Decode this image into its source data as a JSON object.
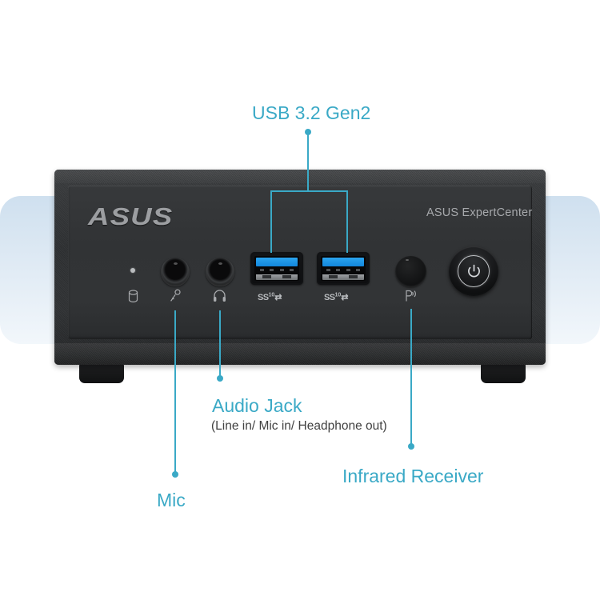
{
  "product": {
    "brand_logo": "ASUS",
    "series_text": "ASUS ExpertCenter"
  },
  "ports": {
    "usb_port_1_marking": "SS",
    "usb_port_1_speed": "10",
    "usb_port_2_marking": "SS",
    "usb_port_2_speed": "10"
  },
  "callouts": {
    "usb": "USB 3.2 Gen2",
    "mic": "Mic",
    "audio_jack": "Audio Jack",
    "audio_jack_detail": "(Line in/ Mic in/ Headphone out)",
    "infrared": "Infrared Receiver"
  },
  "icons": {
    "hdd": "hdd-activity-icon",
    "mic": "microphone-icon",
    "headphone": "headphone-icon",
    "infrared": "infrared-wave-icon",
    "power": "power-icon",
    "usb_superspeed": "usb-superspeed-icon"
  },
  "colors": {
    "accent_teal": "#3aa9c6",
    "usb_blue": "#1287dd",
    "chassis_dark": "#303234",
    "backdrop_blue": "#cfe0ef",
    "subtitle_gray": "#414141"
  }
}
